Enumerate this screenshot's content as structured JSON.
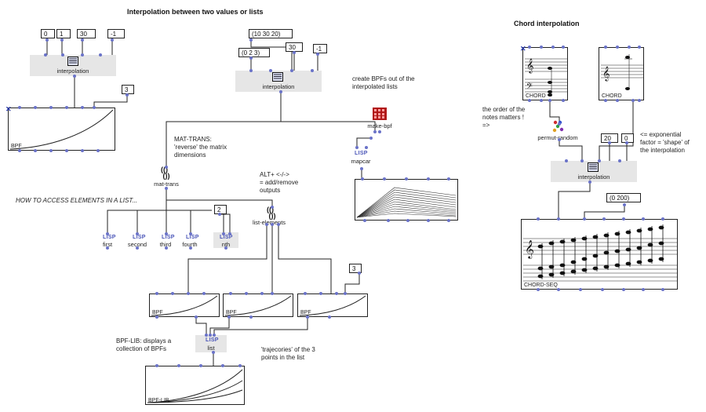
{
  "titles": {
    "left": "Interpolation between two values or lists",
    "right": "Chord interpolation"
  },
  "numboxes": {
    "a0": "0",
    "a1": "1",
    "a30": "30",
    "am1": "-1",
    "a3": "3",
    "blist": "(10 30 20)",
    "bfirst": "(0 2 3)",
    "b30": "30",
    "bm1": "-1",
    "n2": "2",
    "n3": "3",
    "c20": "20",
    "c0": "0",
    "c0200": "(0 200)"
  },
  "boxes": {
    "interp1": "interpolation",
    "interp2": "interpolation",
    "interp3": "interpolation",
    "makebpf": "make-bpf",
    "mapcar": "mapcar",
    "mattrans": "mat-trans",
    "listelements": "list-elements",
    "first": "first",
    "second": "second",
    "third": "third",
    "fourth": "fourth",
    "nth": "nth",
    "list": "list",
    "permut": "permut-random",
    "lisp": "LISP"
  },
  "editors": {
    "bpf": "BPF",
    "bpflib": "BPF-LIB",
    "chord": "CHORD",
    "chordseq": "CHORD-SEQ"
  },
  "comments": {
    "createbpf1": "create BPFs out of the",
    "createbpf2": "interpolated lists",
    "mat1": "MAT-TRANS:",
    "mat2": "'reverse' the matrix",
    "mat3": "dimensions",
    "alt1": "ALT+ <-/->",
    "alt2": "= add/remove",
    "alt3": "outputs",
    "howto": "HOW TO ACCESS ELEMENTS IN A LIST...",
    "bpflib1": "BPF-LIB: displays a",
    "bpflib2": "collection of BPFs",
    "traj1": "'trajecories' of the 3",
    "traj2": "points in the list",
    "order1": "the order of the",
    "order2": "notes matters !",
    "order3": "=>",
    "exp1": "<= exponential",
    "exp2": "factor = 'shape' of",
    "exp3": "the interpolation"
  },
  "colors": {
    "wire": "#222222",
    "inlet": "#6a73c8",
    "box": "#e6e6e6",
    "lisp": "#4a55b8",
    "title": "#111111"
  }
}
